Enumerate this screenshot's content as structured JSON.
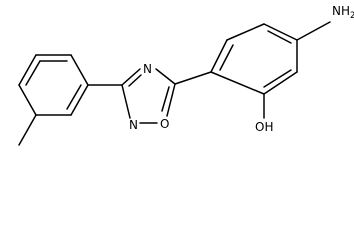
{
  "molecule": {
    "atoms": {
      "amine": "NH",
      "amine_subscript": "2",
      "hydroxyl": "OH",
      "ring_n_top": "N",
      "ring_n_bottom": "N",
      "ring_o": "O"
    }
  }
}
